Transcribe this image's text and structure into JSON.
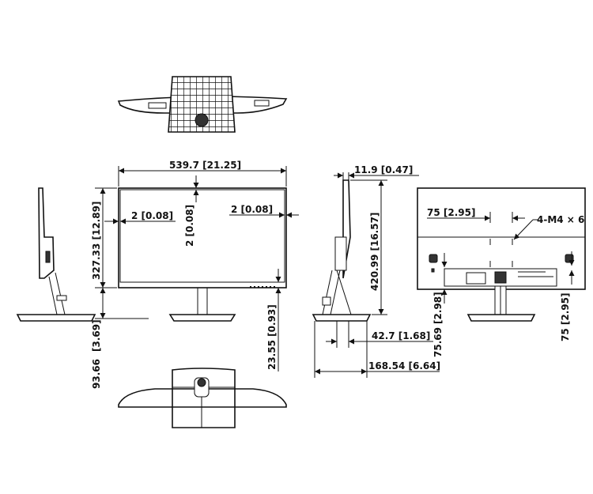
{
  "dimensions": {
    "width": "539.7  [21.25]",
    "panel_top_gap": "327.33  [12.89]",
    "bezel_top": "2  [0.08]",
    "bezel_left": "2  [0.08]",
    "bezel_right": "2  [0.08]",
    "bottom_chin": "23.55  [0.93]",
    "stand_offset": "[3.69]",
    "stand_height": "93.66",
    "depth_panel": "11.9  [0.47]",
    "panel_height": "420.99  [16.57]",
    "base_offset": "42.7  [1.68]",
    "base_depth": "168.54  [6.64]",
    "vesa_h": "75  [2.95]",
    "screw_spec": "4-M4 × 6",
    "vesa_offset_left": "[2.98]",
    "vesa_offset_height": "75.69",
    "vesa_v": "75  [2.95]"
  }
}
